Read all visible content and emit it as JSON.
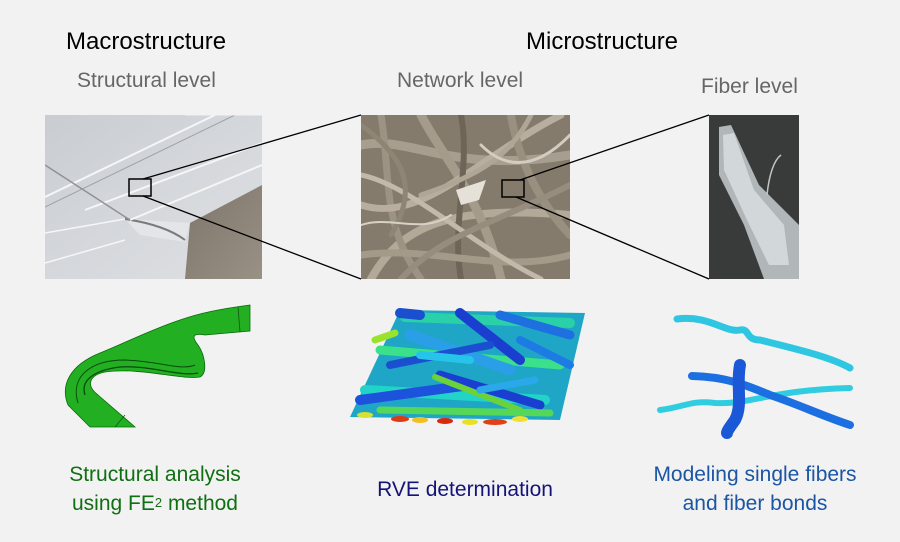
{
  "headers": {
    "macro_title": "Macrostructure",
    "micro_title": "Microstructure"
  },
  "levels": [
    {
      "label": "Structural level"
    },
    {
      "label": "Network level"
    },
    {
      "label": "Fiber level"
    }
  ],
  "captions": {
    "structural": {
      "line1": "Structural analysis",
      "line2_pre": "using FE",
      "line2_sup": "2",
      "line2_post": " method",
      "color": "#0f6f12"
    },
    "rve": {
      "text": "RVE determination",
      "color": "#141478"
    },
    "fiber": {
      "line1": "Modeling single fibers",
      "line2": "and fiber bonds",
      "color": "#1b55a3"
    }
  },
  "colors": {
    "background": "#f2f2f2",
    "heading": "#000000",
    "sublabel": "#666666",
    "fe_green": "#1fae1f",
    "fiber_cyan": "#2ec8e0",
    "fiber_blue": "#1a5fd6"
  }
}
